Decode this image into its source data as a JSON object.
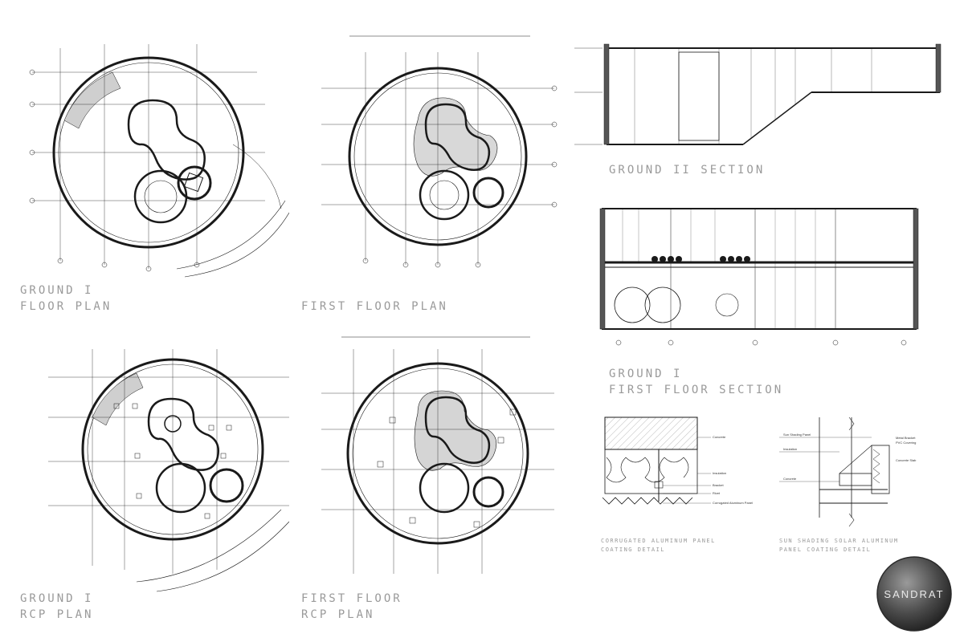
{
  "captions": {
    "ground_floor_plan": [
      "GROUND I",
      "FLOOR PLAN"
    ],
    "first_floor_plan": [
      "FIRST FLOOR PLAN"
    ],
    "ground_rcp_plan": [
      "GROUND I",
      "RCP PLAN"
    ],
    "first_floor_rcp_plan": [
      "FIRST FLOOR",
      "RCP PLAN"
    ],
    "ground_section": [
      "GROUND II SECTION"
    ],
    "first_floor_section": [
      "GROUND I",
      "FIRST FLOOR SECTION"
    ],
    "detail_corrugated": [
      "CORRUGATED ALUMINUM PANEL",
      "COATING DETAIL"
    ],
    "detail_sun_shading": [
      "SUN SHADING SOLAR ALUMINUM",
      "PANEL COATING DETAIL"
    ]
  },
  "detail_labels": {
    "corrugated": [
      "Concrete",
      "Insulation",
      "Bracket",
      "Rivet",
      "Corrugated Aluminum Panel"
    ],
    "sun_shading": [
      "Sun Shading Panel",
      "Metal Bracket",
      "PVC Covering",
      "Insulation",
      "Concrete Slab",
      "Concrete"
    ]
  },
  "logo": {
    "text": "SANDRAT"
  },
  "colors": {
    "line": "#1a1a1a",
    "caption": "#9a9a9a",
    "hatch": "#8a8a8a"
  }
}
